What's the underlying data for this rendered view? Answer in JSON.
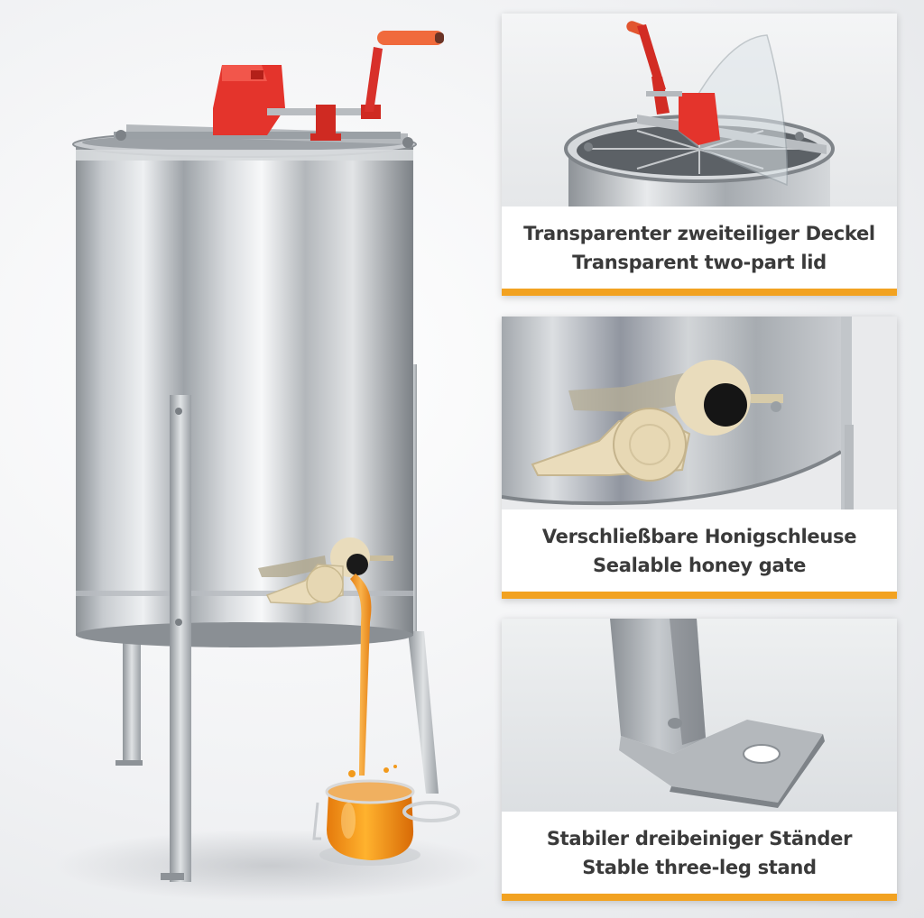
{
  "colors": {
    "accent_bar": "#f2a221",
    "caption_text": "#3a3a3a",
    "crank_red": "#e4342c",
    "gate_cream": "#e9dcbc",
    "honey": "#f29a1c"
  },
  "product": {
    "name_icon": "honey-extractor-illustration"
  },
  "features": [
    {
      "id": "lid",
      "icon": "transparent-lid-icon",
      "title_de": "Transparenter zweiteiliger Deckel",
      "title_en": "Transparent two-part lid"
    },
    {
      "id": "gate",
      "icon": "honey-gate-icon",
      "title_de": "Verschließbare Honigschleuse",
      "title_en": "Sealable honey gate"
    },
    {
      "id": "stand",
      "icon": "stand-foot-icon",
      "title_de": "Stabiler dreibeiniger Ständer",
      "title_en": "Stable three-leg stand"
    }
  ]
}
